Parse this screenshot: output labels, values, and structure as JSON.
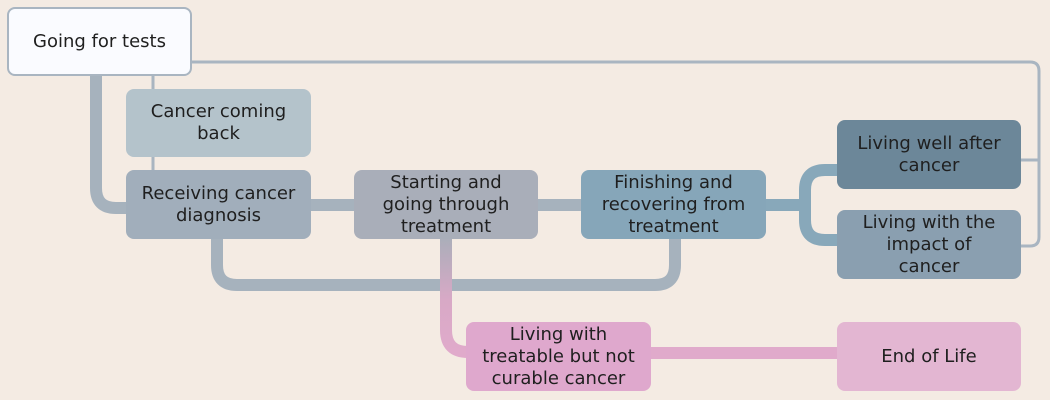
{
  "nodes": {
    "going_for_tests": "Going for tests",
    "cancer_coming_back": "Cancer coming back",
    "receiving_diagnosis": "Receiving cancer diagnosis",
    "starting_treatment": "Starting and going through treatment",
    "finishing_treatment": "Finishing and recovering from treatment",
    "living_well": "Living well after cancer",
    "living_with_impact": "Living with the impact of cancer",
    "treatable_not_curable": "Living with treatable but not curable cancer",
    "end_of_life": "End of Life"
  },
  "colors": {
    "background": "#f4ebe3",
    "connector_grey": "#a6b2bd",
    "connector_pink": "#e0aacb",
    "going_for_tests_fill": "#fafbff",
    "going_for_tests_border": "#a9b5c1",
    "cancer_coming_back": "#b4c3cb",
    "receiving_diagnosis": "#a1aebb",
    "starting_treatment": "#a9aeb9",
    "finishing_treatment": "#86a6b9",
    "living_well": "#6c8799",
    "living_with_impact": "#8a9fb0",
    "treatable_not_curable": "#dfa8cd",
    "end_of_life": "#e3b6d2"
  }
}
